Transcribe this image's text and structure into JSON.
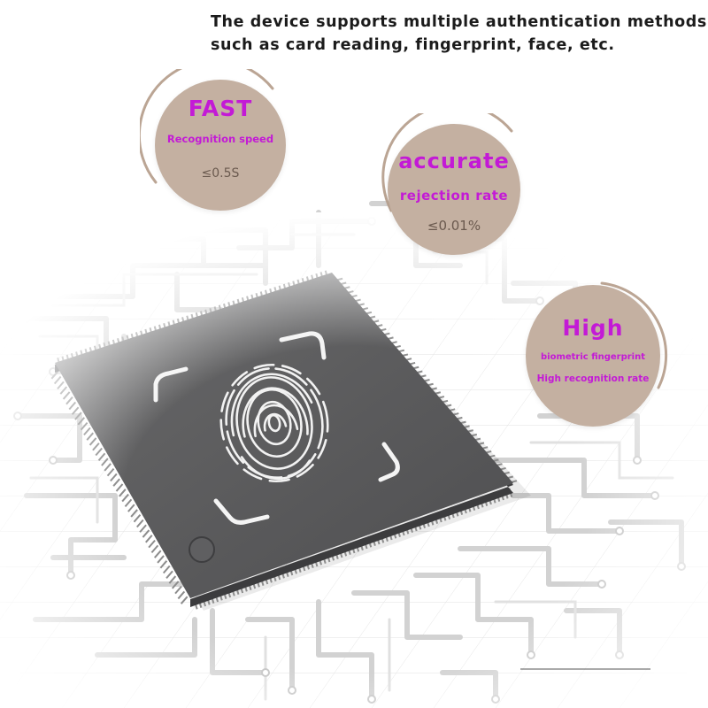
{
  "headline": {
    "line1": "The device supports multiple authentication methods",
    "line2": "such as card reading, fingerprint, face, etc."
  },
  "features": [
    {
      "title": "FAST",
      "subtitle": "Recognition speed",
      "value": "≤0.5S"
    },
    {
      "title": "accurate",
      "subtitle": "rejection rate",
      "value": "≤0.01%"
    },
    {
      "title": "High",
      "subtitle": "biometric fingerprint",
      "value": "High recognition rate"
    }
  ],
  "colors": {
    "accent": "#c31ad6",
    "bubble_fill": "#c4b0a1",
    "ring": "#bba594",
    "chip": "#5a5a5b",
    "traces": "#d4d4d4",
    "grid": "#e3e3e3"
  },
  "icons": {
    "chip_center": "fingerprint-icon"
  }
}
